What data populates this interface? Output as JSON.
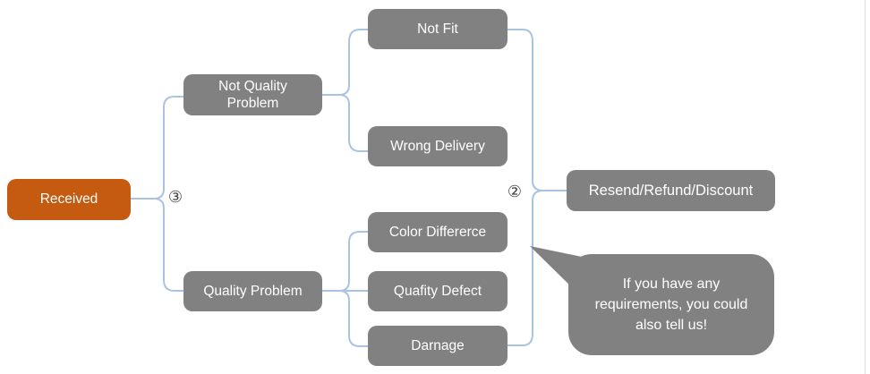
{
  "diagram": {
    "title": "customer received-goods issue resolution flowchart",
    "nodes": {
      "received": "Received",
      "not_quality": "Not Quality\nProblem",
      "quality": "Quality Problem",
      "not_fit": "Not Fit",
      "wrong_delivery": "Wrong Delivery",
      "color_difference": "Color Differerce",
      "quality_defect": "Quafity Defect",
      "damage": "Darnage",
      "outcome": "Resend/Refund/Discount",
      "callout": "If you have any\nrequirements, you could\nalso tell us!"
    },
    "markers": {
      "left": "③",
      "right": "②"
    },
    "colors": {
      "root_fill": "#c55a11",
      "node_fill": "#818181",
      "connector": "#a9c4e3",
      "node_text": "#ffffff",
      "marker_text": "#3f3f3f"
    }
  }
}
